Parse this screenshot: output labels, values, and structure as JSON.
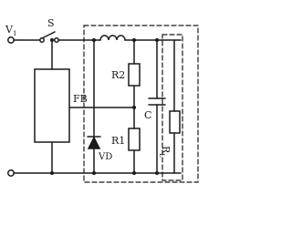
{
  "labels": {
    "input_voltage": "V",
    "input_subscript": "1",
    "switch": "S",
    "resistor_2": "R2",
    "resistor_1": "R1",
    "capacitor": "C",
    "load_resistor": "R",
    "load_subscript": "L",
    "feedback": "FB",
    "diode": "VD"
  }
}
